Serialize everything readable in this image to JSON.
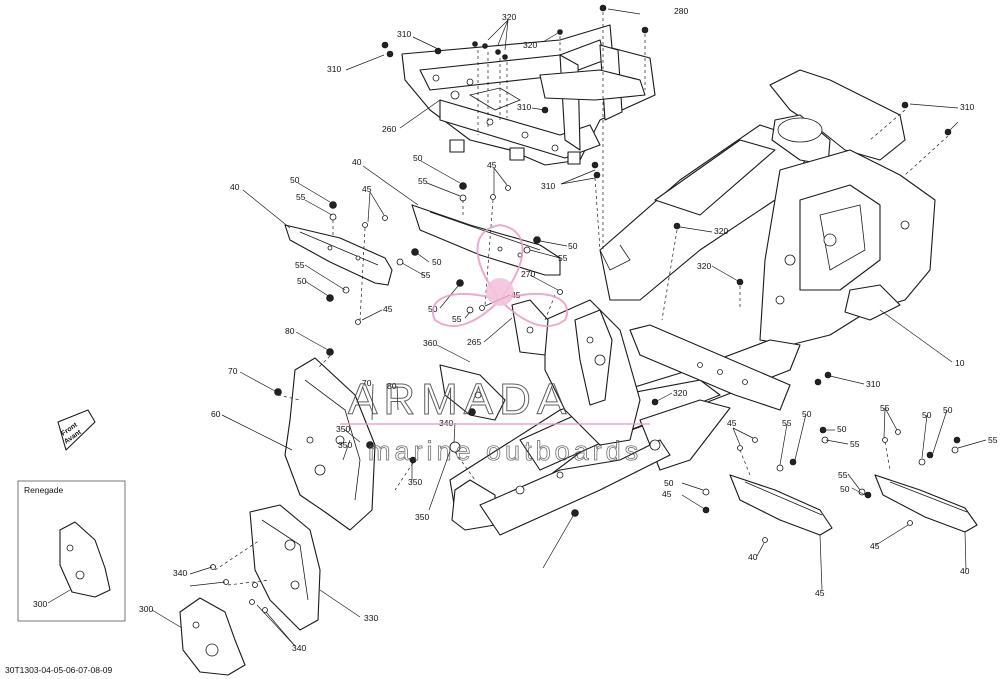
{
  "diagram_code": "30T1303-04-05-06-07-08-09",
  "inset_title": "Renegade",
  "front_badge": {
    "line1": "Front",
    "line2": "Avant"
  },
  "watermark": {
    "brand": "ARMADA",
    "tagline": "marine outboards"
  },
  "callouts": [
    {
      "id": "c320a",
      "text": "320"
    },
    {
      "id": "c280",
      "text": "280"
    },
    {
      "id": "c310a",
      "text": "310"
    },
    {
      "id": "c310b",
      "text": "310"
    },
    {
      "id": "c320b",
      "text": "320"
    },
    {
      "id": "c310c",
      "text": "310"
    },
    {
      "id": "c260",
      "text": "260"
    },
    {
      "id": "c310d",
      "text": "310"
    },
    {
      "id": "c310e",
      "text": "310"
    },
    {
      "id": "c40a",
      "text": "40"
    },
    {
      "id": "c50a",
      "text": "50"
    },
    {
      "id": "c55a",
      "text": "55"
    },
    {
      "id": "c45a",
      "text": "45"
    },
    {
      "id": "c40b",
      "text": "40"
    },
    {
      "id": "c50b",
      "text": "50"
    },
    {
      "id": "c55b",
      "text": "55"
    },
    {
      "id": "c45b",
      "text": "45"
    },
    {
      "id": "c50c",
      "text": "50"
    },
    {
      "id": "c55c",
      "text": "55"
    },
    {
      "id": "c50d",
      "text": "50"
    },
    {
      "id": "c55d",
      "text": "55"
    },
    {
      "id": "c55e",
      "text": "55"
    },
    {
      "id": "c50e",
      "text": "50"
    },
    {
      "id": "c45c",
      "text": "45"
    },
    {
      "id": "c270",
      "text": "270"
    },
    {
      "id": "c45d",
      "text": "45"
    },
    {
      "id": "c50f",
      "text": "50"
    },
    {
      "id": "c55f",
      "text": "55"
    },
    {
      "id": "c265",
      "text": "265"
    },
    {
      "id": "c320c",
      "text": "320"
    },
    {
      "id": "c320d",
      "text": "320"
    },
    {
      "id": "c10",
      "text": "10"
    },
    {
      "id": "c80a",
      "text": "80"
    },
    {
      "id": "c360",
      "text": "360"
    },
    {
      "id": "c70a",
      "text": "70"
    },
    {
      "id": "c70b",
      "text": "70"
    },
    {
      "id": "c80b",
      "text": "80"
    },
    {
      "id": "c60",
      "text": "60"
    },
    {
      "id": "c340a",
      "text": "340"
    },
    {
      "id": "c350a",
      "text": "350"
    },
    {
      "id": "c350b",
      "text": "350"
    },
    {
      "id": "c350c",
      "text": "350"
    },
    {
      "id": "c350d",
      "text": "350"
    },
    {
      "id": "c310f",
      "text": "310"
    },
    {
      "id": "c320e",
      "text": "320"
    },
    {
      "id": "c45e",
      "text": "45"
    },
    {
      "id": "c55g",
      "text": "55"
    },
    {
      "id": "c50g",
      "text": "50"
    },
    {
      "id": "c50h",
      "text": "50"
    },
    {
      "id": "c55h",
      "text": "55"
    },
    {
      "id": "c50i",
      "text": "50"
    },
    {
      "id": "c45f",
      "text": "45"
    },
    {
      "id": "c40c",
      "text": "40"
    },
    {
      "id": "c45g",
      "text": "45"
    },
    {
      "id": "c55i",
      "text": "55"
    },
    {
      "id": "c50j",
      "text": "50"
    },
    {
      "id": "c50k",
      "text": "50"
    },
    {
      "id": "c55j",
      "text": "55"
    },
    {
      "id": "c55k",
      "text": "55"
    },
    {
      "id": "c50l",
      "text": "50"
    },
    {
      "id": "c45h",
      "text": "45"
    },
    {
      "id": "c40d",
      "text": "40"
    },
    {
      "id": "c340b",
      "text": "340"
    },
    {
      "id": "c330",
      "text": "330"
    },
    {
      "id": "c300a",
      "text": "300"
    },
    {
      "id": "c300b",
      "text": "300"
    },
    {
      "id": "c340c",
      "text": "340"
    }
  ]
}
